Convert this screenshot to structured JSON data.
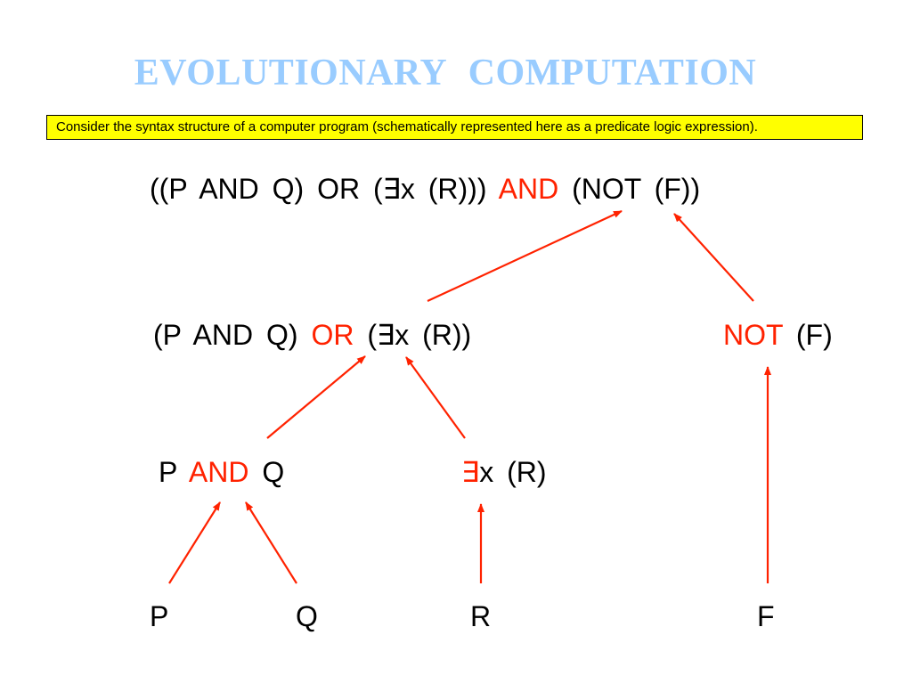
{
  "title": "EVOLUTIONARY   COMPUTATION",
  "note": "Consider the syntax structure of a computer program (schematically represented here as a predicate logic expression).",
  "level1": {
    "part1": "((P  AND  Q)  OR  (",
    "exists": "∃",
    "part2": "x (R)))",
    "op": "AND",
    "part3": "(NOT  (F))"
  },
  "level2": {
    "left": "(P  AND  Q)",
    "op": "OR",
    "part1": "(",
    "exists": "∃",
    "part2": "x (R))",
    "not_op": "NOT",
    "not_arg": "(F)"
  },
  "level3": {
    "and_left": "P",
    "and_op": "AND",
    "and_right": "Q",
    "exists": "∃",
    "exists_arg": "x (R)"
  },
  "leaves": {
    "p": "P",
    "q": "Q",
    "r": "R",
    "f": "F"
  },
  "colors": {
    "title": "#99ccff",
    "operator": "#ff2200",
    "arrow": "#ff2200",
    "note_bg": "#ffff00"
  }
}
